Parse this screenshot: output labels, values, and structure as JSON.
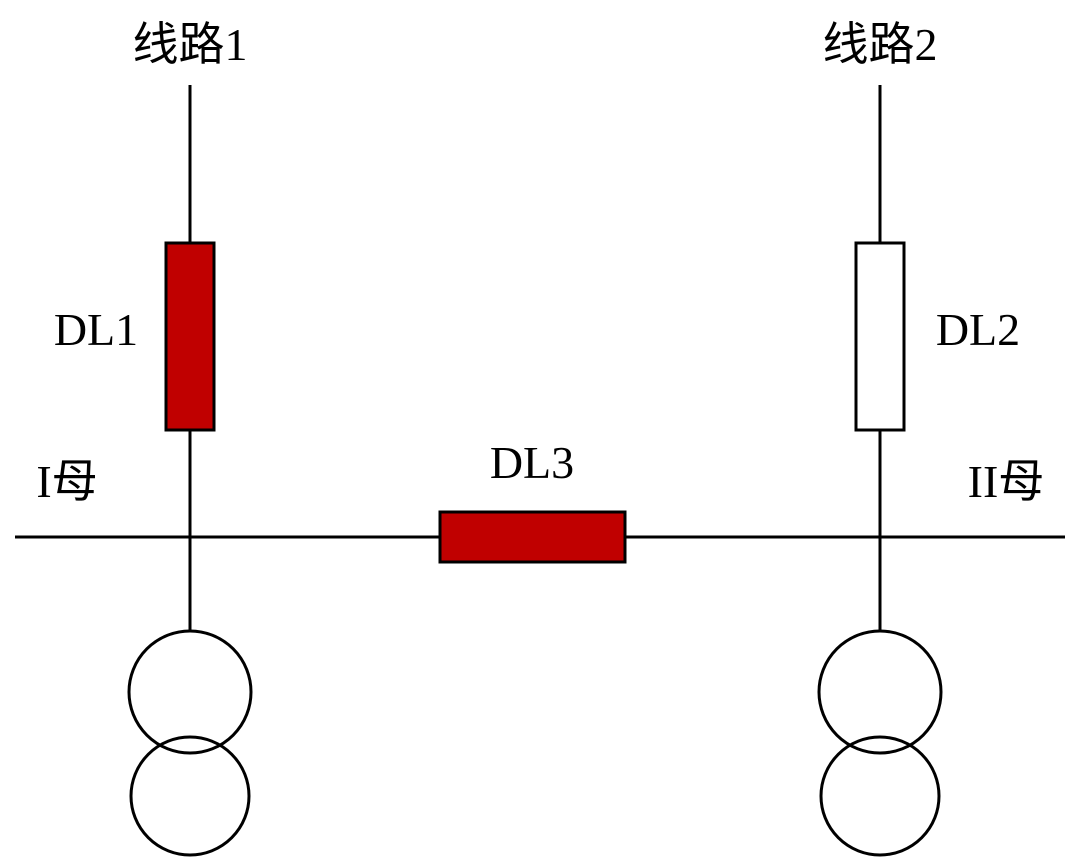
{
  "diagram": {
    "type": "power-system-single-line-diagram",
    "lines": [
      {
        "label": "线路1"
      },
      {
        "label": "线路2"
      }
    ],
    "buses": [
      {
        "label": "I母"
      },
      {
        "label": "II母"
      }
    ],
    "breakers": [
      {
        "label": "DL1",
        "state": "closed",
        "fill": "#c00000"
      },
      {
        "label": "DL2",
        "state": "open",
        "fill": "#ffffff"
      },
      {
        "label": "DL3",
        "state": "closed",
        "fill": "#c00000"
      }
    ],
    "transformers": [
      {
        "name": "transformer-1"
      },
      {
        "name": "transformer-2"
      }
    ],
    "colors": {
      "closed_breaker": "#c00000",
      "open_breaker": "#ffffff",
      "stroke": "#000000",
      "background": "#ffffff"
    }
  }
}
